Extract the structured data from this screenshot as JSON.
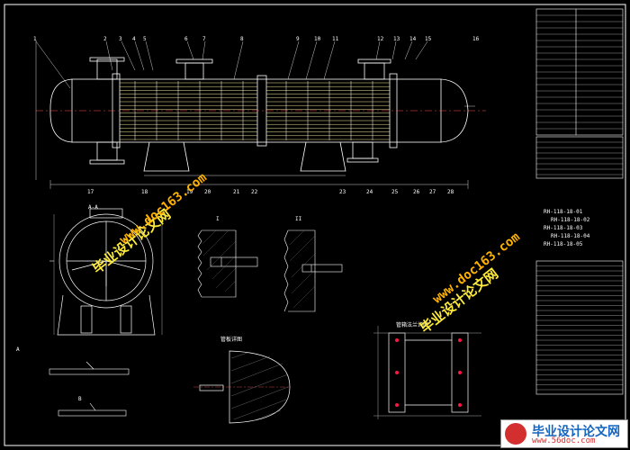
{
  "drawing": {
    "view_titles": {
      "section_top": "A-A",
      "detail_small": "I",
      "detail_small2": "II",
      "detail_plate": "管板详图",
      "detail_flange": "管箱法兰详图",
      "side_label": "A",
      "bottom_label": "B"
    },
    "bom_codes": [
      "RH-118-18-01",
      "RH-118-18-02",
      "RH-118-18-03",
      "RH-118-18-04",
      "RH-118-18-05"
    ],
    "balloons": [
      "1",
      "2",
      "3",
      "4",
      "5",
      "6",
      "7",
      "8",
      "9",
      "10",
      "11",
      "12",
      "13",
      "14",
      "15",
      "16",
      "17",
      "18",
      "19",
      "20",
      "21",
      "22",
      "23",
      "24",
      "25",
      "26",
      "27",
      "28"
    ]
  },
  "watermarks": {
    "cn_text": "毕业设计论文网",
    "url_text": "www.doc163.com"
  },
  "badge": {
    "title": "毕业设计论文网",
    "url": "www.56doc.com"
  },
  "colors": {
    "background": "#000000",
    "lines": "#ffffff",
    "dim": "#d0d0d0",
    "tubes": "#f4e79a",
    "accent_yellow": "#ffeb3b",
    "accent_orange": "#ffb300",
    "badge_blue": "#1565c0",
    "badge_red": "#d32f2f"
  }
}
